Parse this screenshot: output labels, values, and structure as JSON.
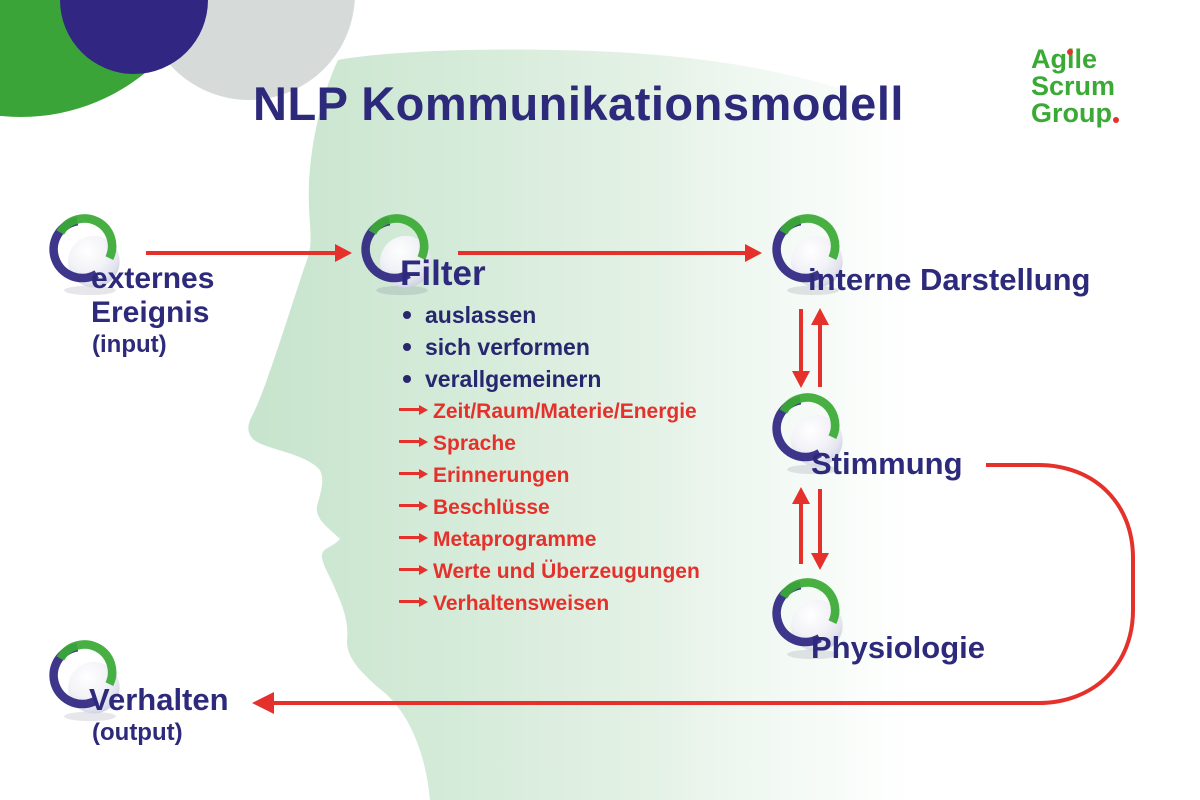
{
  "title": "NLP Kommunikationsmodell",
  "logo": {
    "line1": "Agile",
    "line2": "Scrum",
    "line3": "Group"
  },
  "nodes": {
    "externes_ereignis": {
      "line1": "externes",
      "line2": "Ereignis",
      "sublabel": "(input)"
    },
    "filter": {
      "label": "Filter",
      "bullets": [
        "auslassen",
        "sich verformen",
        "verallgemeinern"
      ],
      "arrow_items": [
        "Zeit/Raum/Materie/Energie",
        "Sprache",
        "Erinnerungen",
        "Beschlüsse",
        "Metaprogramme",
        "Werte und Überzeugungen",
        "Verhaltensweisen"
      ]
    },
    "interne_darstellung": {
      "label": "interne Darstellung"
    },
    "stimmung": {
      "label": "Stimmung"
    },
    "physiologie": {
      "label": "Physiologie"
    },
    "verhalten": {
      "label": "Verhalten",
      "sublabel": "(output)"
    }
  },
  "connections": [
    "externes Ereignis -> Filter",
    "Filter -> interne Darstellung",
    "interne Darstellung <-> Stimmung",
    "Stimmung <-> Physiologie",
    "Stimmung -> Verhalten (feedback loop)"
  ],
  "colors": {
    "navy": "#2e2a7b",
    "green": "#3aaa35",
    "red": "#e5312b",
    "face_green": "#c7e4cd",
    "gray": "#d6dbda",
    "ring_navy": "#2f2781"
  }
}
